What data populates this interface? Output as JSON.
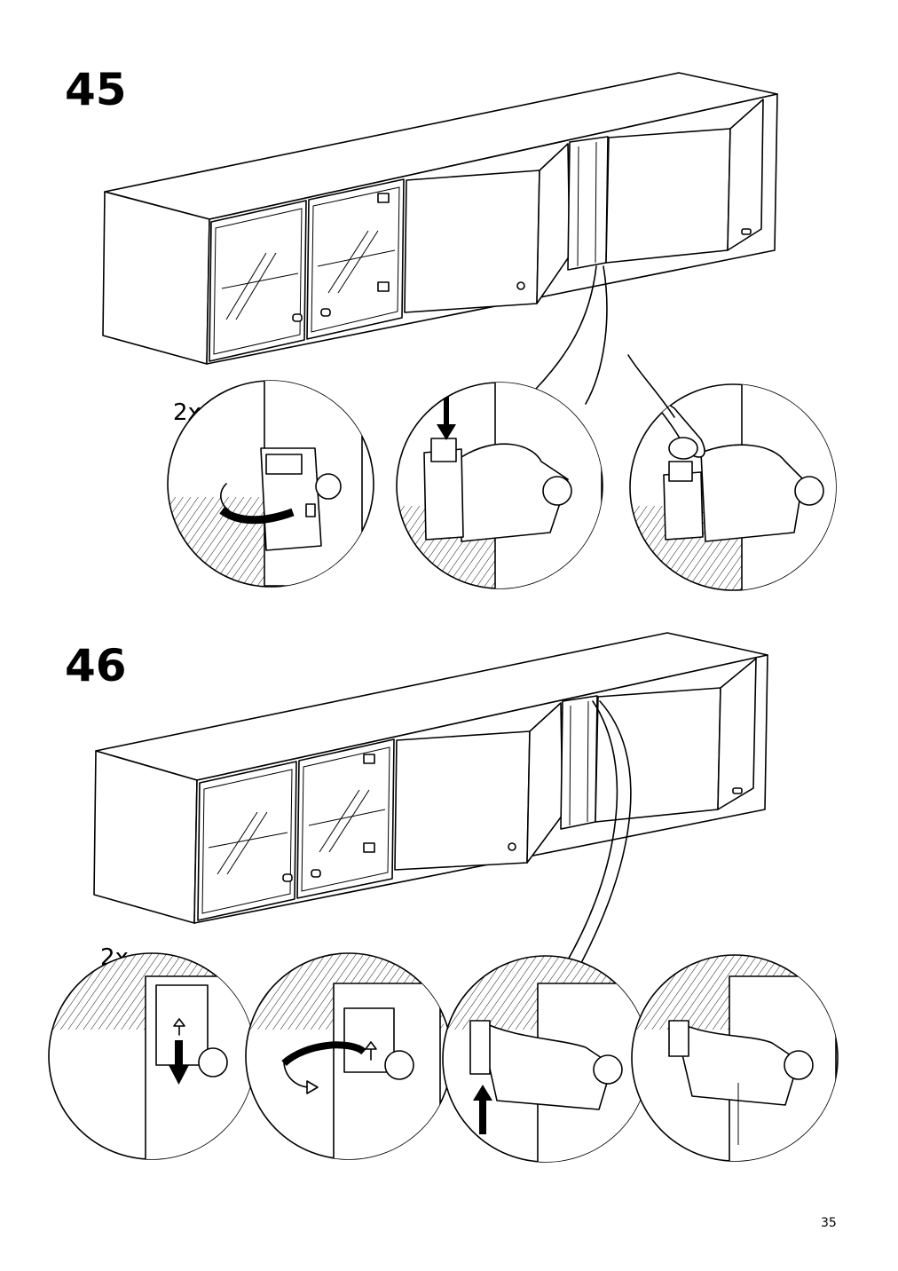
{
  "page": {
    "step_1": "45",
    "step_2": "46",
    "quantity_1": "2x",
    "quantity_2": "2x",
    "page_number": "35"
  }
}
